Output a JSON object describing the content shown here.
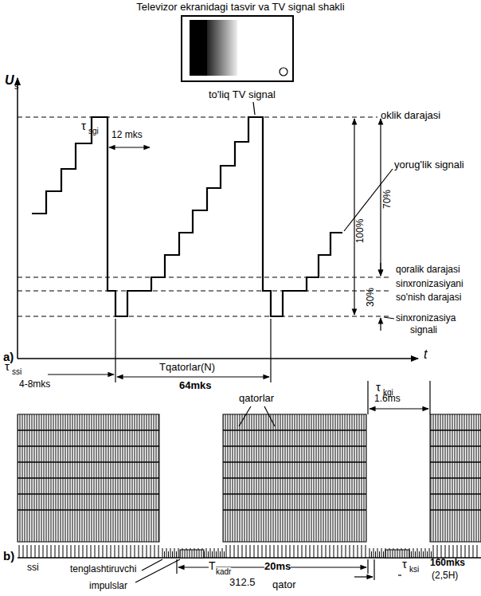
{
  "diagram": {
    "title": "Televizor ekranidagi tasvir va TV signal shakli",
    "labels": [
      "U",
      "s",
      "a)",
      "τ",
      "sgi",
      "12 mks",
      "τ",
      "ssi",
      "4-8mks",
      "Tqatorlar(N)",
      "64mks",
      "to'liq TV signal",
      "oklik darajasi",
      "100%",
      "70%",
      "yorug'lik signali",
      "qoralik darajasi",
      "sinxronizasiyani",
      "so'nish darajasi",
      "30%",
      "sinxronizasiya",
      "signali",
      "t",
      "qatorlar",
      "τ",
      "kgi",
      "1.6ms",
      "b)",
      "ssi",
      "tenglashtiruvchi",
      "impulslar",
      "T",
      "kadr",
      "20ms",
      "312.5",
      "qator",
      "τ",
      "ksi",
      "160mks",
      "(2,5H)"
    ]
  }
}
